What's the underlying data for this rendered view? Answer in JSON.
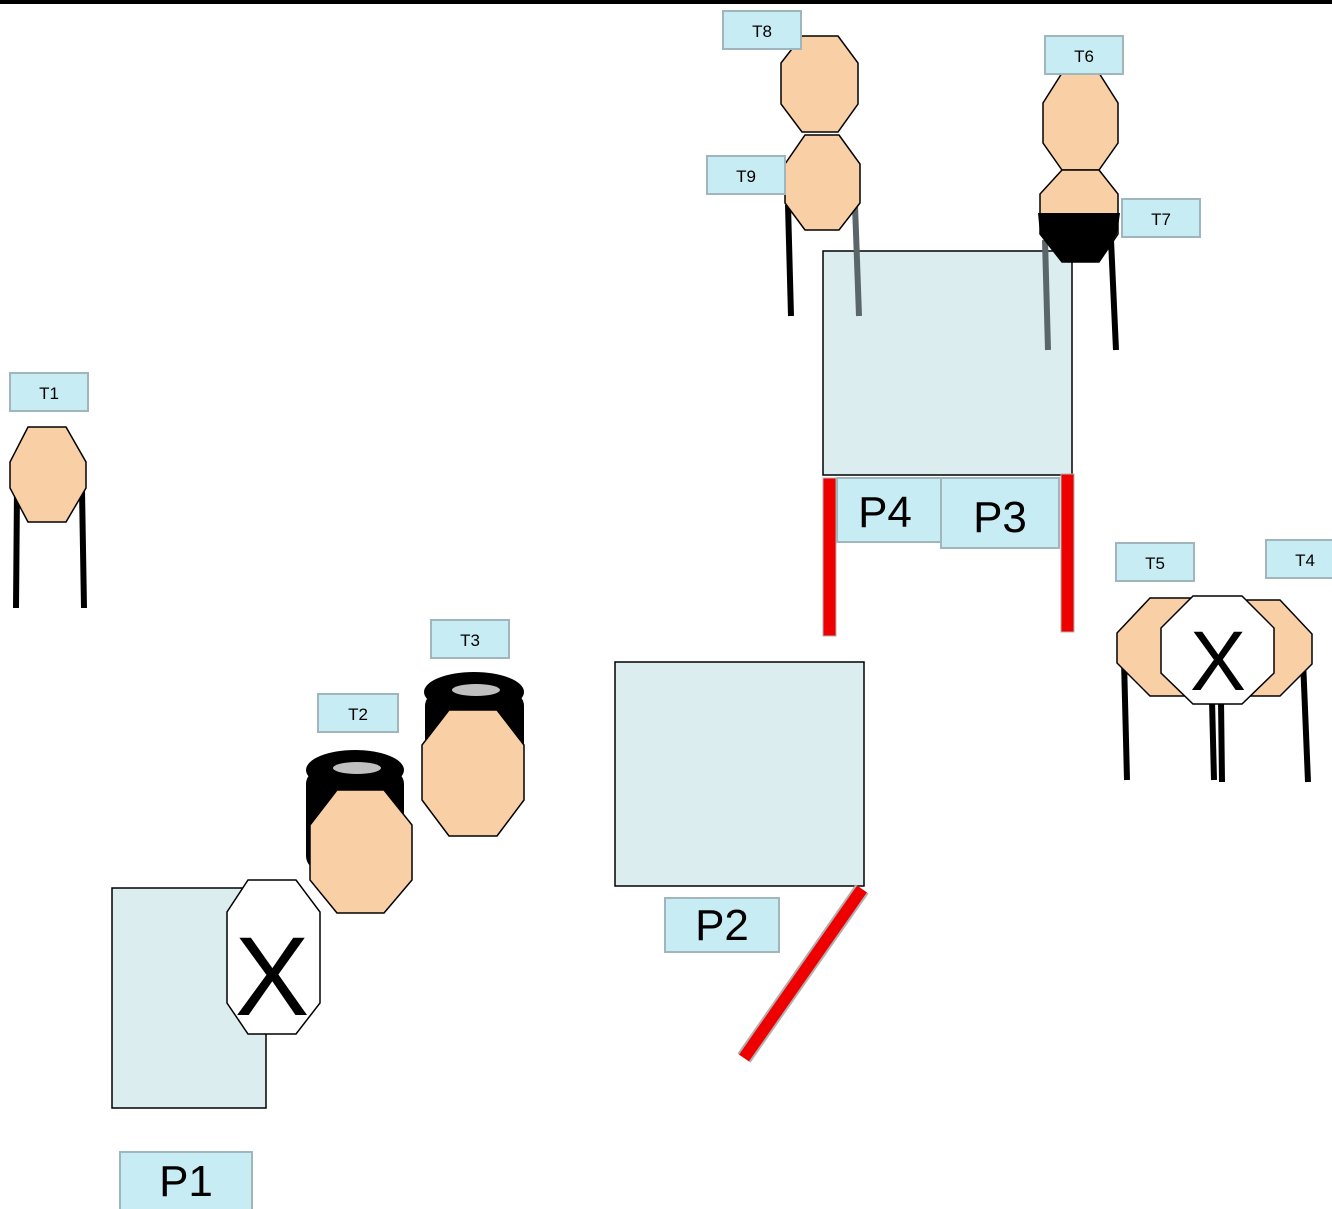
{
  "colors": {
    "panel_fill": "#dcedf0",
    "label_fill": "#c8ecf3",
    "label_edge": "#9fb6bc",
    "octagon_fill": "#f9cfa6",
    "barrier": "#ee0000",
    "top_rule": "#000000"
  },
  "panels": [
    {
      "id": "p1",
      "label": "P1"
    },
    {
      "id": "p2",
      "label": "P2"
    },
    {
      "id": "p3",
      "label": "P3"
    },
    {
      "id": "p4",
      "label": "P4"
    }
  ],
  "tags": [
    {
      "id": "t1",
      "label": "T1"
    },
    {
      "id": "t2",
      "label": "T2"
    },
    {
      "id": "t3",
      "label": "T3"
    },
    {
      "id": "t4",
      "label": "T4"
    },
    {
      "id": "t5",
      "label": "T5"
    },
    {
      "id": "t6",
      "label": "T6"
    },
    {
      "id": "t7",
      "label": "T7"
    },
    {
      "id": "t8",
      "label": "T8"
    },
    {
      "id": "t9",
      "label": "T9"
    }
  ],
  "markers": {
    "x_symbol": "X",
    "icons": [
      "octagon-icon",
      "x-octagon-icon",
      "stack-ring-icon",
      "barrier-bar-icon"
    ]
  }
}
